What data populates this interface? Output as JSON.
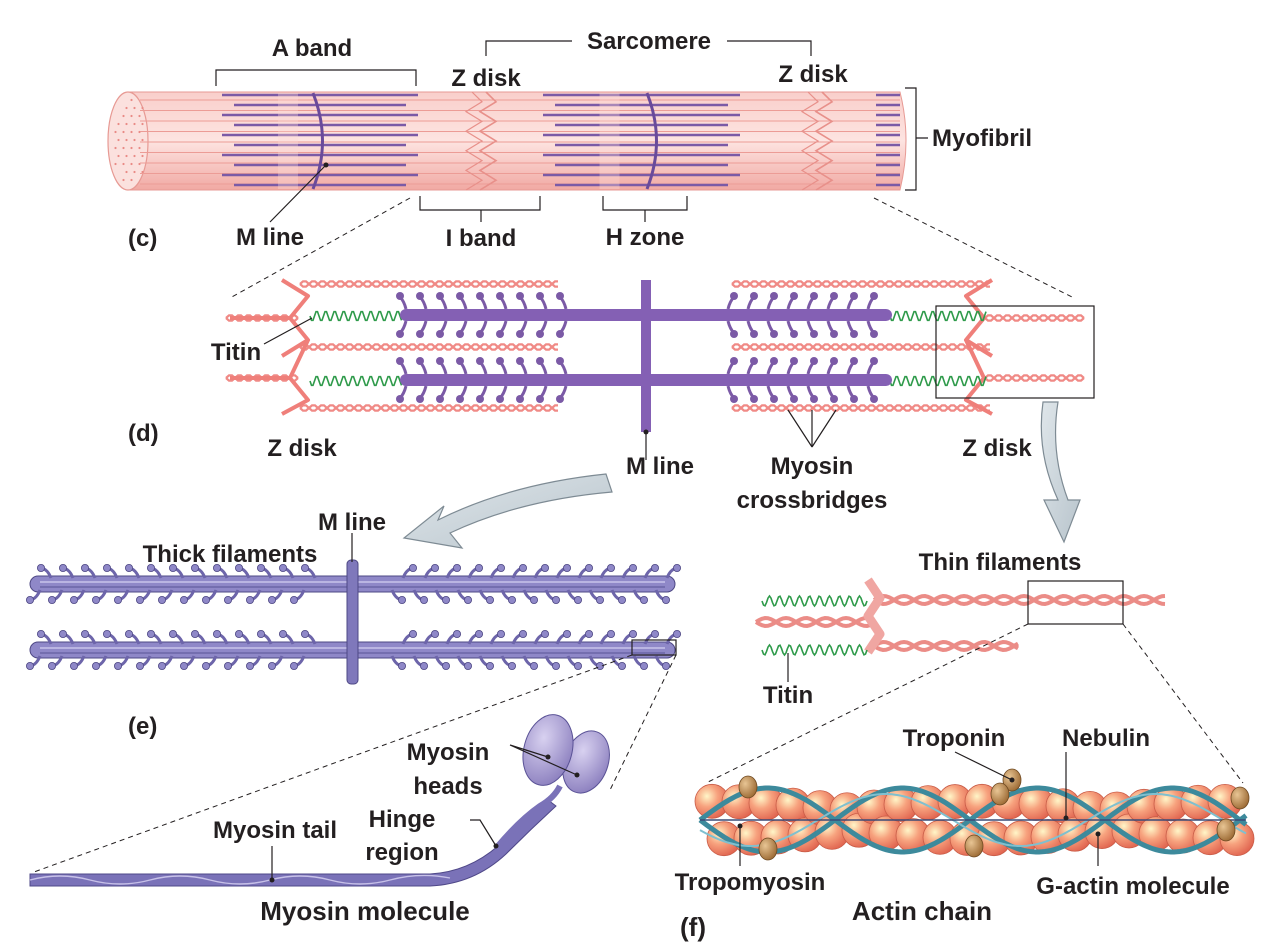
{
  "panel_c": {
    "letter": "(c)",
    "a_band": "A band",
    "sarcomere": "Sarcomere",
    "z_disk_left": "Z disk",
    "z_disk_right": "Z disk",
    "myofibril": "Myofibril",
    "m_line": "M line",
    "i_band": "I band",
    "h_zone": "H zone"
  },
  "panel_d": {
    "letter": "(d)",
    "titin": "Titin",
    "z_disk_left": "Z disk",
    "z_disk_right": "Z disk",
    "m_line": "M line",
    "myosin_crossbridges_1": "Myosin",
    "myosin_crossbridges_2": "crossbridges"
  },
  "panel_e": {
    "letter": "(e)",
    "m_line": "M line",
    "thick_filaments": "Thick filaments",
    "myosin_heads_1": "Myosin",
    "myosin_heads_2": "heads",
    "hinge_region_1": "Hinge",
    "hinge_region_2": "region",
    "myosin_tail": "Myosin tail",
    "caption": "Myosin molecule"
  },
  "panel_thin": {
    "thin_filaments": "Thin filaments",
    "titin": "Titin"
  },
  "panel_f": {
    "letter": "(f)",
    "troponin": "Troponin",
    "nebulin": "Nebulin",
    "tropomyosin": "Tropomyosin",
    "g_actin": "G-actin molecule",
    "caption": "Actin chain"
  },
  "colors": {
    "myofibril_pink": "#f6b3ae",
    "myosin_purple": "#7b5aa6",
    "thick_lavender": "#8e86c4",
    "actin_pink": "#f08a86",
    "titin_green": "#2e9a4a",
    "tropomyosin_teal": "#3d8a9c",
    "troponin_brown": "#b9874e"
  }
}
